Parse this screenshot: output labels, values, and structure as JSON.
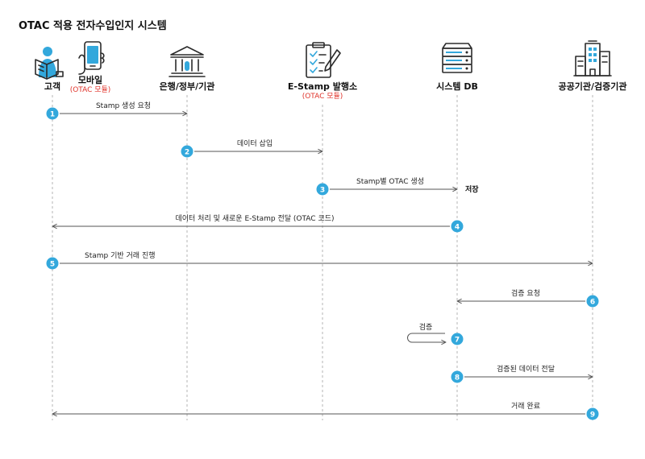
{
  "diagram": {
    "title": "OTAC 적용 전자수입인지 시스템",
    "actors": [
      {
        "id": "customer",
        "label": "고객",
        "icon": "customer-reading-icon"
      },
      {
        "id": "mobile",
        "label": "모바일",
        "sublabel": "(OTAC 모듈)",
        "icon": "mobile-phone-icon"
      },
      {
        "id": "bank",
        "label": "은행/정부/기관",
        "icon": "bank-building-icon"
      },
      {
        "id": "issuer",
        "label": "E-Stamp 발행소",
        "sublabel": "(OTAC 모듈)",
        "icon": "clipboard-checklist-icon"
      },
      {
        "id": "db",
        "label": "시스템 DB",
        "icon": "database-server-icon"
      },
      {
        "id": "verifier",
        "label": "공공기관/검증기관",
        "icon": "office-buildings-icon"
      }
    ],
    "messages": [
      {
        "step": "1",
        "label": "Stamp 생성 요청",
        "from": "customer",
        "to": "bank"
      },
      {
        "step": "2",
        "label": "데이터 삽입",
        "from": "bank",
        "to": "issuer"
      },
      {
        "step": "3",
        "label": "Stamp별 OTAC 생성",
        "from": "issuer",
        "to": "db",
        "note": "저장"
      },
      {
        "step": "4",
        "label": "데이터 처리 및 새로운 E-Stamp 전달 (OTAC 코드)",
        "from": "db",
        "to": "customer"
      },
      {
        "step": "5",
        "label": "Stamp 기반 거래 진행",
        "from": "customer",
        "to": "verifier"
      },
      {
        "step": "6",
        "label": "검증 요청",
        "from": "verifier",
        "to": "db"
      },
      {
        "step": "7",
        "label": "검증",
        "from": "db",
        "to": "db"
      },
      {
        "step": "8",
        "label": "검증된 데이터 전달",
        "from": "db",
        "to": "verifier"
      },
      {
        "step": "9",
        "label": "거래 완료",
        "from": "verifier",
        "to": "customer"
      }
    ],
    "colors": {
      "step_badge": "#33a8dc",
      "sublabel": "#e0342b",
      "arrow": "#555555",
      "lifeline": "#b5b5b5"
    }
  }
}
